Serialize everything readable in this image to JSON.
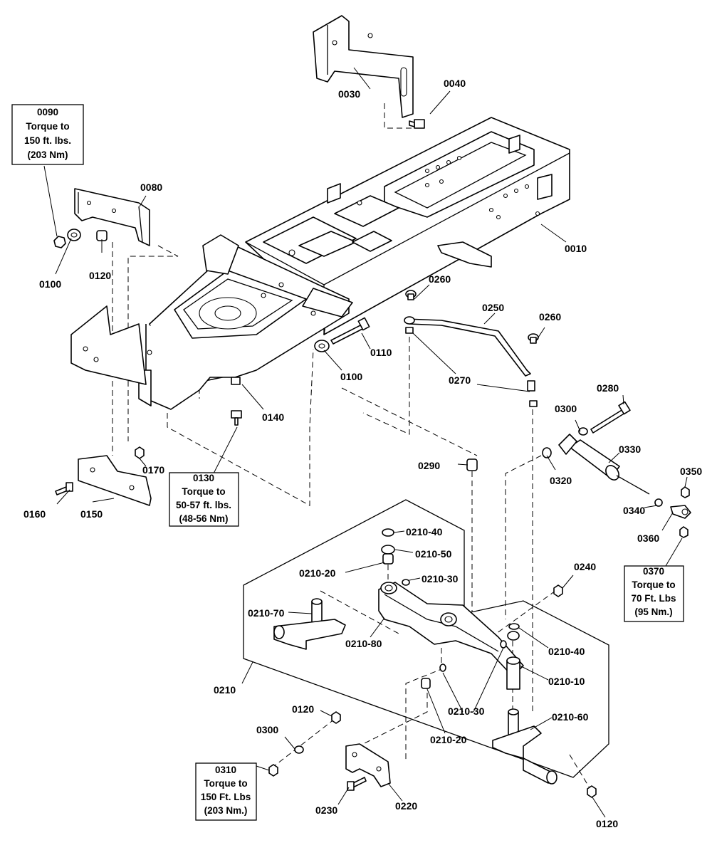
{
  "labels": {
    "p0010": "0010",
    "p0030": "0030",
    "p0040": "0040",
    "p0080": "0080",
    "p0100a": "0100",
    "p0100b": "0100",
    "p0110": "0110",
    "p0120a": "0120",
    "p0120b": "0120",
    "p0120c": "0120",
    "p0140": "0140",
    "p0150": "0150",
    "p0160": "0160",
    "p0170": "0170",
    "p0210": "0210",
    "p0210_10": "0210-10",
    "p0210_20a": "0210-20",
    "p0210_20b": "0210-20",
    "p0210_30a": "0210-30",
    "p0210_30b": "0210-30",
    "p0210_40a": "0210-40",
    "p0210_40b": "0210-40",
    "p0210_50": "0210-50",
    "p0210_60": "0210-60",
    "p0210_70": "0210-70",
    "p0210_80": "0210-80",
    "p0220": "0220",
    "p0230": "0230",
    "p0240": "0240",
    "p0250": "0250",
    "p0260a": "0260",
    "p0260b": "0260",
    "p0270": "0270",
    "p0280": "0280",
    "p0290": "0290",
    "p0300a": "0300",
    "p0300b": "0300",
    "p0320": "0320",
    "p0330": "0330",
    "p0340": "0340",
    "p0350": "0350",
    "p0360": "0360"
  },
  "torque_boxes": {
    "b0090": {
      "part": "0090",
      "line1": "Torque to",
      "line2": "150 ft. lbs.",
      "line3": "(203 Nm)"
    },
    "b0130": {
      "part": "0130",
      "line1": "Torque to",
      "line2": "50-57 ft. lbs.",
      "line3": "(48-56 Nm)"
    },
    "b0310": {
      "part": "0310",
      "line1": "Torque to",
      "line2": "150 Ft. Lbs",
      "line3": "(203 Nm.)"
    },
    "b0370": {
      "part": "0370",
      "line1": "Torque to",
      "line2": "70 Ft. Lbs",
      "line3": "(95 Nm.)"
    }
  }
}
